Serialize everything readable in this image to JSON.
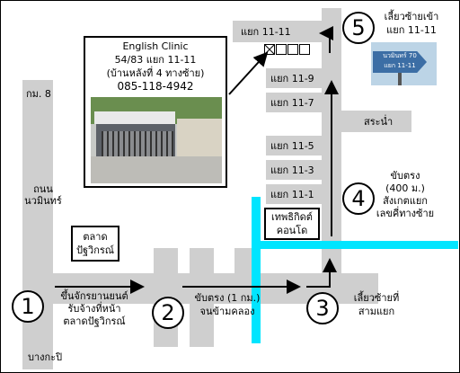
{
  "roads": {
    "km8": "กม. 8",
    "navamin_road": "ถนน\nนวมินทร์",
    "bang_kapi": "บางกะปิ",
    "sano": "สระน่ำ",
    "soi_11_11": "แยก 11-11",
    "soi_11_9": "แยก 11-9",
    "soi_11_7": "แยก 11-7",
    "soi_11_5": "แยก 11-5",
    "soi_11_3": "แยก 11-3",
    "soi_11_1": "แยก 11-1"
  },
  "landmarks": {
    "market": "ตลาด\nปัฐวิกรณ์",
    "condo": "เทพธิกิดต์\nคอนโด"
  },
  "clinic": {
    "name": "English Clinic",
    "address": "54/83 แยก 11-11",
    "note": "(บ้านหลังที่ 4 ทางซ้าย)",
    "phone": "085-118-4942"
  },
  "street_sign": {
    "text": "นวมินทร์ 70\nแยก 11-11"
  },
  "steps": [
    {
      "num": "1",
      "text": "ขึ้นจักรยานยนต์\nรับจ้างที่หน้า\nตลาดปัฐวิกรณ์"
    },
    {
      "num": "2",
      "text": "ขับตรง (1 กม.)\nจนข้ามคลอง"
    },
    {
      "num": "3",
      "text": "เลี้ยวซ้ายที่\nสามแยก"
    },
    {
      "num": "4",
      "text": "ขับตรง\n(400 ม.)\nสังเกตแยก\nเลขคี่ทางซ้าย"
    },
    {
      "num": "5",
      "text": "เลี้ยวซ้ายเข้า\nแยก 11-11"
    }
  ],
  "colors": {
    "road": "#cfcfcf",
    "canal": "#00e5ff",
    "sign_blue": "#3c6ea5"
  }
}
